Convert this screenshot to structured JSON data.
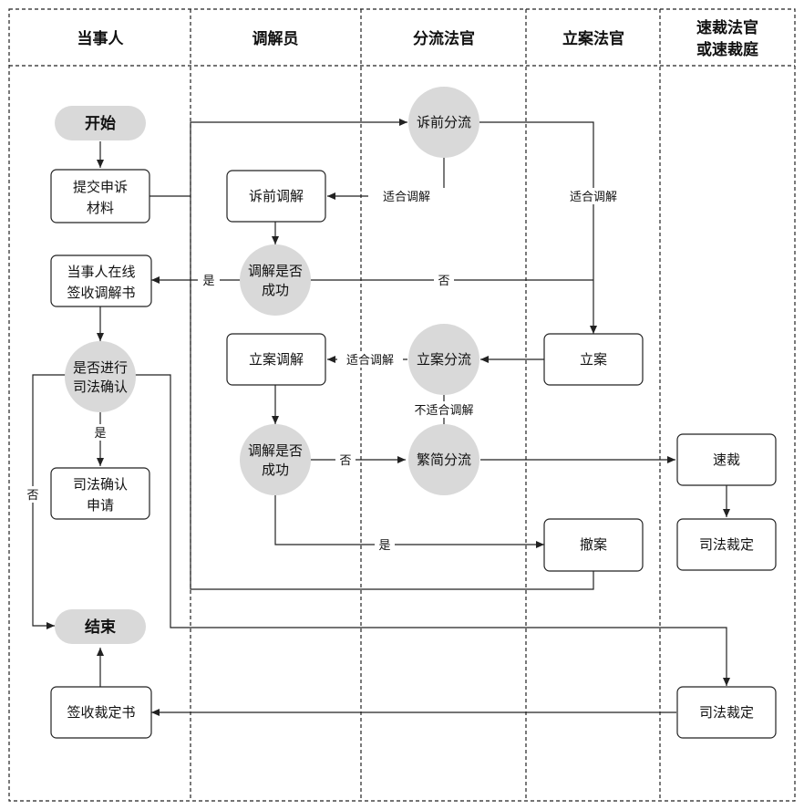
{
  "lanes": [
    "当事人",
    "调解员",
    "分流法官",
    "立案法官",
    "速裁法官",
    "或速裁庭"
  ],
  "nodes": {
    "start": "开始",
    "submit_l1": "提交申诉",
    "submit_l2": "材料",
    "prelit_mediation": "诉前调解",
    "prelit_triage": "诉前分流",
    "med_success1_l1": "调解是否",
    "med_success1_l2": "成功",
    "party_sign_l1": "当事人在线",
    "party_sign_l2": "签收调解书",
    "judicial_confirm_q_l1": "是否进行",
    "judicial_confirm_q_l2": "司法确认",
    "filing_mediation": "立案调解",
    "filing_triage": "立案分流",
    "filing": "立案",
    "med_success2_l1": "调解是否",
    "med_success2_l2": "成功",
    "complex_simple_triage": "繁简分流",
    "fast_track": "速裁",
    "judicial_apply_l1": "司法确认",
    "judicial_apply_l2": "申请",
    "judicial_ruling1": "司法裁定",
    "withdraw": "撤案",
    "end": "结束",
    "sign_ruling": "签收裁定书",
    "judicial_ruling2": "司法裁定"
  },
  "edge_labels": {
    "suitable_mediation_1": "适合调解",
    "suitable_mediation_2": "适合调解",
    "yes_1": "是",
    "no_1": "否",
    "suitable_mediation_3": "适合调解",
    "not_suitable": "不适合调解",
    "yes_2": "是",
    "no_2": "否",
    "no_3": "否",
    "yes_3": "是"
  }
}
